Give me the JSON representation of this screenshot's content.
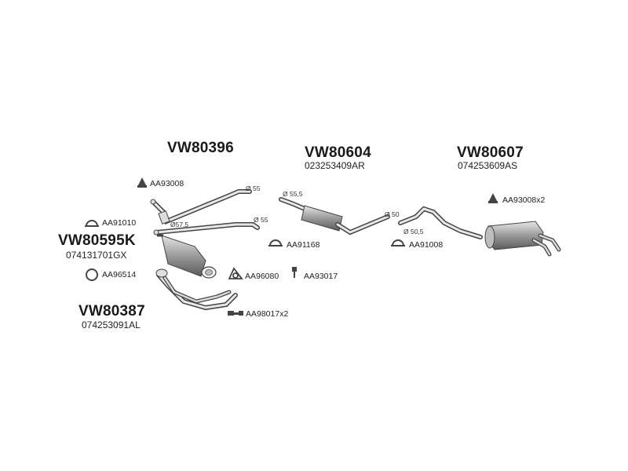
{
  "assemblies": [
    {
      "code": "VW80396",
      "oe": ""
    },
    {
      "code": "VW80604",
      "oe": "023253409AR"
    },
    {
      "code": "VW80607",
      "oe": "074253609AS"
    },
    {
      "code": "VW80595K",
      "oe": "074131701GX"
    },
    {
      "code": "VW80387",
      "oe": "074253091AL"
    }
  ],
  "parts": {
    "aa93008": "AA93008",
    "aa91010": "AA91010",
    "aa96514": "AA96514",
    "aa91168": "AA91168",
    "aa96080": "AA96080",
    "aa93017": "AA93017",
    "aa98017": "AA98017x2",
    "aa91008": "AA91008",
    "aa93008x2": "AA93008x2"
  },
  "dimensions": {
    "d55_top": "Ø 55",
    "d57_5": "Ø57,5",
    "d55_mid": "Ø 55",
    "d55_5": "Ø 55,5",
    "d50": "Ø 50",
    "d50_5": "Ø 50,5"
  },
  "colors": {
    "line": "#333333",
    "fill": "#cfcfcf",
    "fill_dark": "#8f8f8f"
  }
}
